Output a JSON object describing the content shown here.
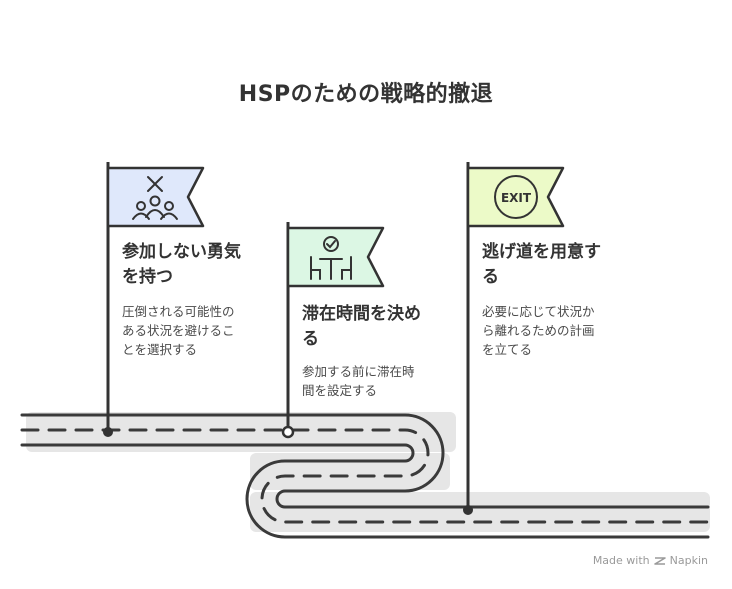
{
  "title": "HSPのための戦略的撤退",
  "steps": [
    {
      "heading": "参加しない勇気\nを持つ",
      "description": "圧倒される可能性の\nある状況を避けるこ\nとを選択する",
      "icon": "people-cross-icon",
      "flag_color": "#dfe8fb"
    },
    {
      "heading": "滞在時間を決め\nる",
      "description": "参加する前に滞在時\n間を設定する",
      "icon": "table-check-icon",
      "flag_color": "#dcf7e4"
    },
    {
      "heading": "逃げ道を用意す\nる",
      "description": "必要に応じて状況か\nら離れるための計画\nを立てる",
      "icon": "exit-sign-icon",
      "icon_text": "EXIT",
      "flag_color": "#ecfac8"
    }
  ],
  "watermark": {
    "made_with": "Made with",
    "brand": "Napkin"
  }
}
